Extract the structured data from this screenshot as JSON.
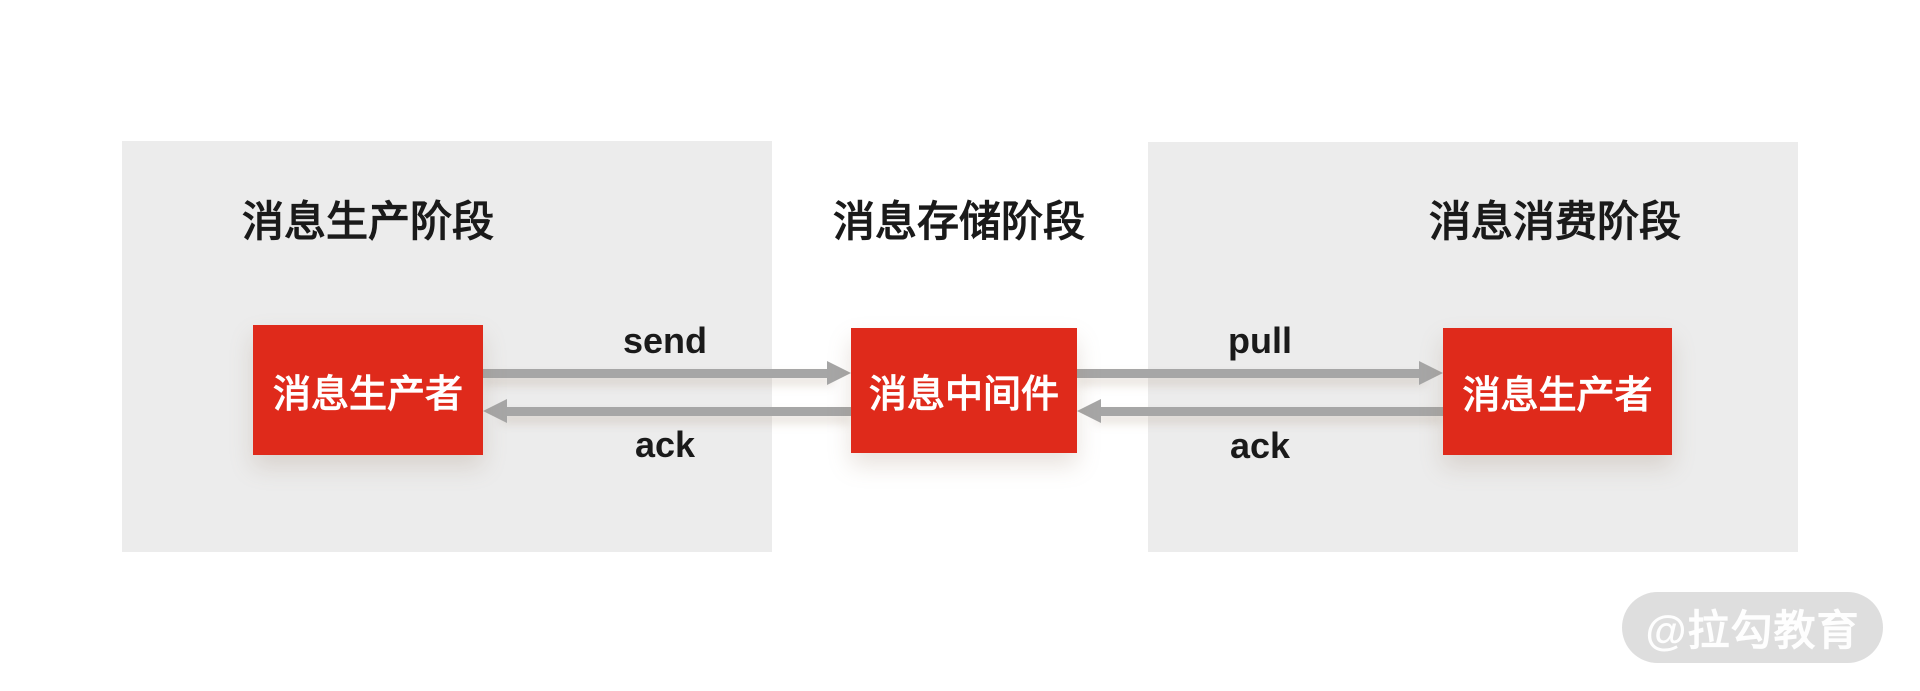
{
  "colors": {
    "background": "#ffffff",
    "stage_panel": "#ececec",
    "node_red": "#df2a1b",
    "node_text": "#ffffff",
    "arrow_gray": "#a6a6a6",
    "text_dark": "#1a1a1a",
    "watermark_bg": "#dedede",
    "watermark_text": "#ffffff"
  },
  "diagram": {
    "stages": [
      {
        "id": "production",
        "title": "消息生产阶段"
      },
      {
        "id": "storage",
        "title": "消息存储阶段"
      },
      {
        "id": "consumption",
        "title": "消息消费阶段"
      }
    ],
    "nodes": [
      {
        "id": "producer",
        "label": "消息生产者"
      },
      {
        "id": "broker",
        "label": "消息中间件"
      },
      {
        "id": "consumer",
        "label": "消息生产者"
      }
    ],
    "edges": [
      {
        "from": "producer",
        "to": "broker",
        "label": "send",
        "direction": "right"
      },
      {
        "from": "broker",
        "to": "producer",
        "label": "ack",
        "direction": "left"
      },
      {
        "from": "broker",
        "to": "consumer",
        "label": "pull",
        "direction": "right"
      },
      {
        "from": "consumer",
        "to": "broker",
        "label": "ack",
        "direction": "left"
      }
    ]
  },
  "watermark": {
    "text": "@拉勾教育"
  }
}
